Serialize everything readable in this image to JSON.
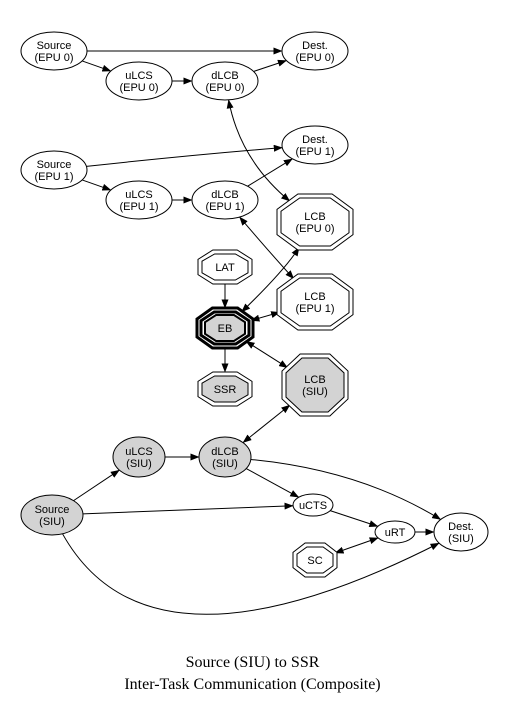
{
  "colors": {
    "stroke": "#000000",
    "node_fill": "#ffffff",
    "shaded_fill": "#d3d3d3"
  },
  "caption": {
    "line1": "Source (SIU) to SSR",
    "line2": "Inter-Task Communication (Composite)"
  },
  "nodes": [
    {
      "id": "src_epu0",
      "shape": "ellipse",
      "fill": "white",
      "lines": [
        "Source",
        "(EPU 0)"
      ]
    },
    {
      "id": "dest_epu0",
      "shape": "ellipse",
      "fill": "white",
      "lines": [
        "Dest.",
        "(EPU 0)"
      ]
    },
    {
      "id": "ulcs_epu0",
      "shape": "ellipse",
      "fill": "white",
      "lines": [
        "uLCS",
        "(EPU 0)"
      ]
    },
    {
      "id": "dlcb_epu0",
      "shape": "ellipse",
      "fill": "white",
      "lines": [
        "dLCB",
        "(EPU 0)"
      ]
    },
    {
      "id": "src_epu1",
      "shape": "ellipse",
      "fill": "white",
      "lines": [
        "Source",
        "(EPU 1)"
      ]
    },
    {
      "id": "dest_epu1",
      "shape": "ellipse",
      "fill": "white",
      "lines": [
        "Dest.",
        "(EPU 1)"
      ]
    },
    {
      "id": "ulcs_epu1",
      "shape": "ellipse",
      "fill": "white",
      "lines": [
        "uLCS",
        "(EPU 1)"
      ]
    },
    {
      "id": "dlcb_epu1",
      "shape": "ellipse",
      "fill": "white",
      "lines": [
        "dLCB",
        "(EPU 1)"
      ]
    },
    {
      "id": "lcb_epu0",
      "shape": "doubleoctagon",
      "fill": "white",
      "lines": [
        "LCB",
        "(EPU 0)"
      ]
    },
    {
      "id": "lat",
      "shape": "doubleoctagon",
      "fill": "white",
      "lines": [
        "LAT"
      ]
    },
    {
      "id": "lcb_epu1",
      "shape": "doubleoctagon",
      "fill": "white",
      "lines": [
        "LCB",
        "(EPU 1)"
      ]
    },
    {
      "id": "eb",
      "shape": "tripleoctagon",
      "fill": "shaded",
      "lines": [
        "EB"
      ]
    },
    {
      "id": "ssr",
      "shape": "doubleoctagon",
      "fill": "shaded",
      "lines": [
        "SSR"
      ]
    },
    {
      "id": "lcb_siu",
      "shape": "doubleoctagon",
      "fill": "shaded",
      "lines": [
        "LCB",
        "(SIU)"
      ]
    },
    {
      "id": "ulcs_siu",
      "shape": "ellipse",
      "fill": "shaded",
      "lines": [
        "uLCS",
        "(SIU)"
      ]
    },
    {
      "id": "dlcb_siu",
      "shape": "ellipse",
      "fill": "shaded",
      "lines": [
        "dLCB",
        "(SIU)"
      ]
    },
    {
      "id": "src_siu",
      "shape": "ellipse",
      "fill": "shaded",
      "lines": [
        "Source",
        "(SIU)"
      ]
    },
    {
      "id": "ucts",
      "shape": "ellipse",
      "fill": "white",
      "lines": [
        "uCTS"
      ]
    },
    {
      "id": "urt",
      "shape": "ellipse",
      "fill": "white",
      "lines": [
        "uRT"
      ]
    },
    {
      "id": "dest_siu",
      "shape": "ellipse",
      "fill": "white",
      "lines": [
        "Dest.",
        "(SIU)"
      ]
    },
    {
      "id": "sc",
      "shape": "doubleoctagon",
      "fill": "white",
      "lines": [
        "SC"
      ]
    }
  ],
  "edges": [
    {
      "from": "src_epu0",
      "to": "dest_epu0",
      "dir": "forward"
    },
    {
      "from": "src_epu0",
      "to": "ulcs_epu0",
      "dir": "forward"
    },
    {
      "from": "ulcs_epu0",
      "to": "dlcb_epu0",
      "dir": "forward"
    },
    {
      "from": "dlcb_epu0",
      "to": "dest_epu0",
      "dir": "forward"
    },
    {
      "from": "dlcb_epu0",
      "to": "lcb_epu0",
      "dir": "both"
    },
    {
      "from": "src_epu1",
      "to": "dest_epu1",
      "dir": "forward"
    },
    {
      "from": "src_epu1",
      "to": "ulcs_epu1",
      "dir": "forward"
    },
    {
      "from": "ulcs_epu1",
      "to": "dlcb_epu1",
      "dir": "forward"
    },
    {
      "from": "dlcb_epu1",
      "to": "dest_epu1",
      "dir": "forward"
    },
    {
      "from": "dlcb_epu1",
      "to": "lcb_epu1",
      "dir": "both"
    },
    {
      "from": "lcb_epu0",
      "to": "eb",
      "dir": "both"
    },
    {
      "from": "lcb_epu1",
      "to": "eb",
      "dir": "both"
    },
    {
      "from": "lat",
      "to": "eb",
      "dir": "forward"
    },
    {
      "from": "eb",
      "to": "ssr",
      "dir": "forward"
    },
    {
      "from": "eb",
      "to": "lcb_siu",
      "dir": "both"
    },
    {
      "from": "dlcb_siu",
      "to": "lcb_siu",
      "dir": "both"
    },
    {
      "from": "src_siu",
      "to": "ulcs_siu",
      "dir": "forward"
    },
    {
      "from": "ulcs_siu",
      "to": "dlcb_siu",
      "dir": "forward"
    },
    {
      "from": "dlcb_siu",
      "to": "ucts",
      "dir": "forward"
    },
    {
      "from": "dlcb_siu",
      "to": "dest_siu",
      "dir": "forward"
    },
    {
      "from": "src_siu",
      "to": "ucts",
      "dir": "forward"
    },
    {
      "from": "src_siu",
      "to": "dest_siu",
      "dir": "forward"
    },
    {
      "from": "ucts",
      "to": "urt",
      "dir": "forward"
    },
    {
      "from": "urt",
      "to": "dest_siu",
      "dir": "forward"
    },
    {
      "from": "sc",
      "to": "urt",
      "dir": "both"
    }
  ]
}
